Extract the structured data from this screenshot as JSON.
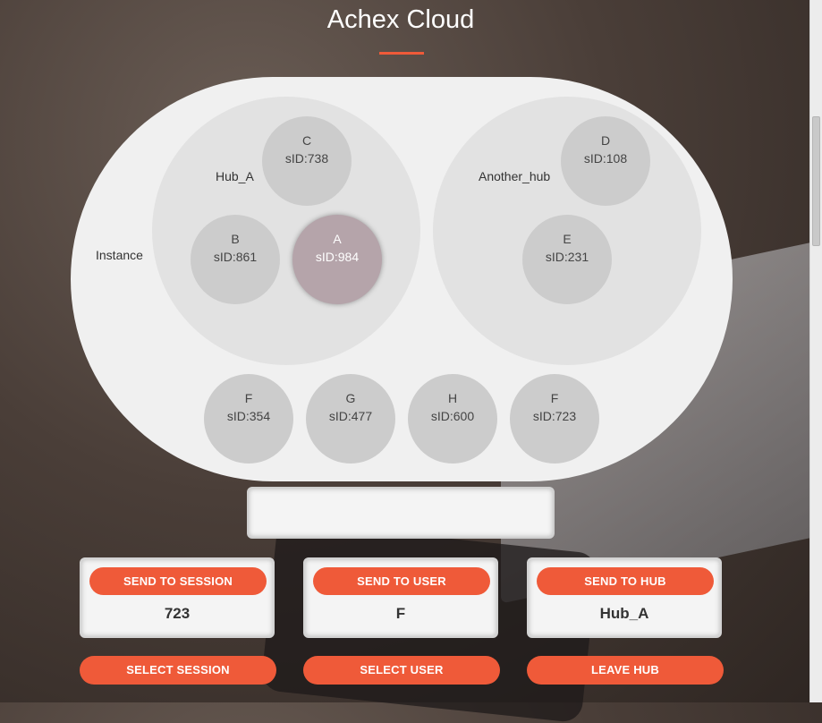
{
  "header": {
    "title": "Achex Cloud"
  },
  "instance": {
    "label": "Instance"
  },
  "hubs": [
    {
      "label": "Hub_A"
    },
    {
      "label": "Another_hub"
    }
  ],
  "nodes": {
    "c": {
      "name": "C",
      "sid": "sID:738"
    },
    "b": {
      "name": "B",
      "sid": "sID:861"
    },
    "a": {
      "name": "A",
      "sid": "sID:984"
    },
    "d": {
      "name": "D",
      "sid": "sID:108"
    },
    "e": {
      "name": "E",
      "sid": "sID:231"
    },
    "f1": {
      "name": "F",
      "sid": "sID:354"
    },
    "g": {
      "name": "G",
      "sid": "sID:477"
    },
    "h": {
      "name": "H",
      "sid": "sID:600"
    },
    "f2": {
      "name": "F",
      "sid": "sID:723"
    }
  },
  "message_input": {
    "value": "",
    "placeholder": ""
  },
  "cards": {
    "session": {
      "button": "SEND TO SESSION",
      "value": "723"
    },
    "user": {
      "button": "SEND TO USER",
      "value": "F"
    },
    "hub": {
      "button": "SEND TO HUB",
      "value": "Hub_A"
    }
  },
  "actions": {
    "select_session": "SELECT SESSION",
    "select_user": "SELECT USER",
    "leave_hub": "LEAVE HUB"
  },
  "colors": {
    "accent": "#ef5a39",
    "selected_node": "#b5a4aa"
  }
}
